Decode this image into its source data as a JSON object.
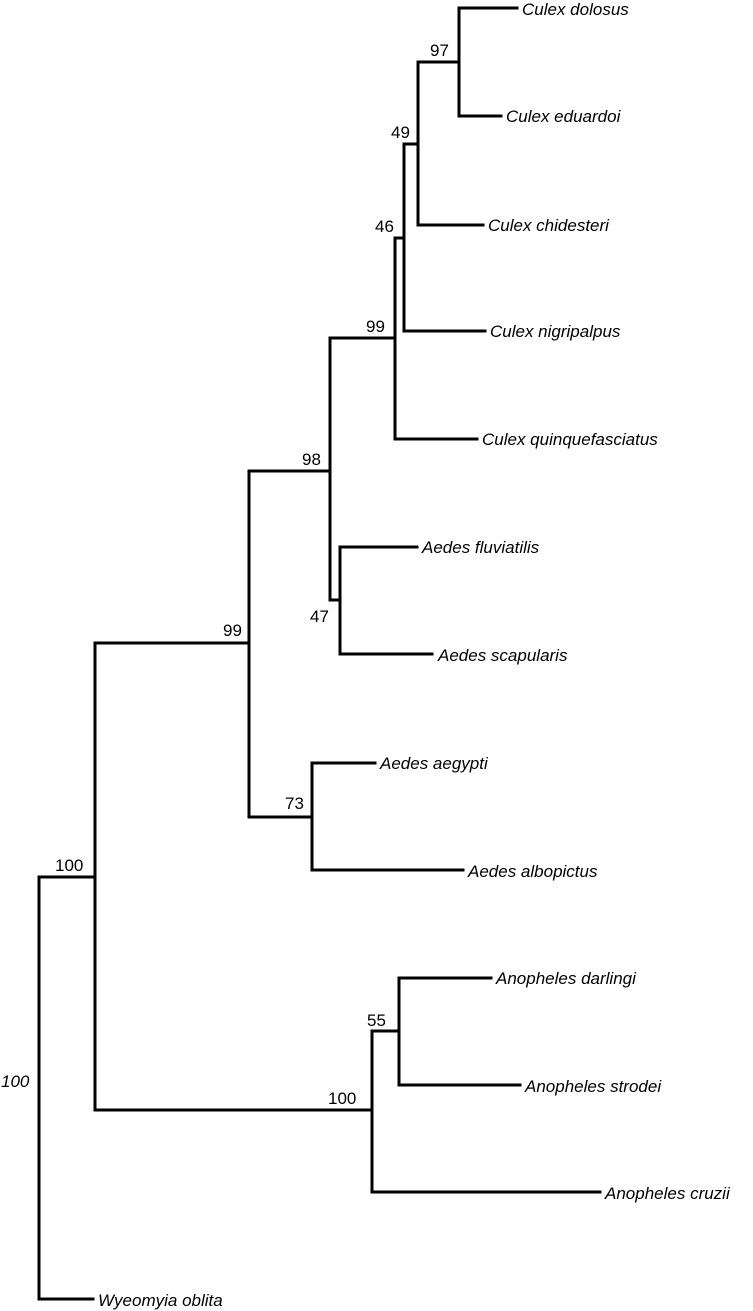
{
  "tree": {
    "style": {
      "line_color": "#000000",
      "text_color": "#000000",
      "background": "#ffffff"
    },
    "taxa": [
      "Culex dolosus",
      "Culex eduardoi",
      "Culex chidesteri",
      "Culex nigripalpus",
      "Culex quinquefasciatus",
      "Aedes fluviatilis",
      "Aedes scapularis",
      "Aedes aegypti",
      "Aedes albopictus",
      "Anopheles darlingi",
      "Anopheles strodei",
      "Anopheles cruzii",
      "Wyeomyia oblita"
    ],
    "supports": [
      "97",
      "49",
      "46",
      "99",
      "98",
      "47",
      "99",
      "73",
      "100",
      "55",
      "100",
      "100"
    ]
  }
}
